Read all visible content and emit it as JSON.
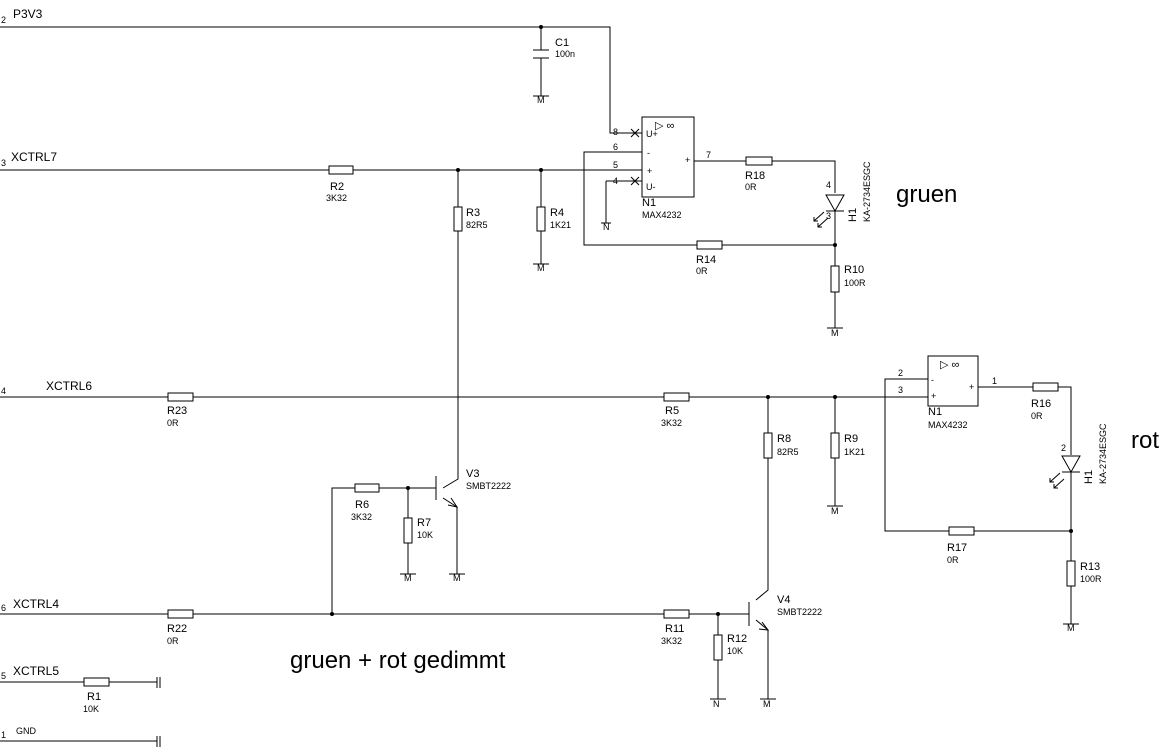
{
  "nets": {
    "p3v3": {
      "pin": "2",
      "name": "P3V3"
    },
    "xctrl7": {
      "pin": "3",
      "name": "XCTRL7"
    },
    "xctrl6": {
      "pin": "4",
      "name": "XCTRL6"
    },
    "xctrl4": {
      "pin": "6",
      "name": "XCTRL4"
    },
    "xctrl5": {
      "pin": "5",
      "name": "XCTRL5"
    },
    "gnd": {
      "pin": "1",
      "name": "GND"
    }
  },
  "components": {
    "c1": {
      "ref": "C1",
      "value": "100n"
    },
    "r1": {
      "ref": "R1",
      "value": "10K"
    },
    "r2": {
      "ref": "R2",
      "value": "3K32"
    },
    "r3": {
      "ref": "R3",
      "value": "82R5"
    },
    "r4": {
      "ref": "R4",
      "value": "1K21"
    },
    "r5": {
      "ref": "R5",
      "value": "3K32"
    },
    "r6": {
      "ref": "R6",
      "value": "3K32"
    },
    "r7": {
      "ref": "R7",
      "value": "10K"
    },
    "r8": {
      "ref": "R8",
      "value": "82R5"
    },
    "r9": {
      "ref": "R9",
      "value": "1K21"
    },
    "r10": {
      "ref": "R10",
      "value": "100R"
    },
    "r11": {
      "ref": "R11",
      "value": "3K32"
    },
    "r12": {
      "ref": "R12",
      "value": "10K"
    },
    "r13": {
      "ref": "R13",
      "value": "100R"
    },
    "r14": {
      "ref": "R14",
      "value": "0R"
    },
    "r16": {
      "ref": "R16",
      "value": "0R"
    },
    "r17": {
      "ref": "R17",
      "value": "0R"
    },
    "r18": {
      "ref": "R18",
      "value": "0R"
    },
    "r22": {
      "ref": "R22",
      "value": "0R"
    },
    "r23": {
      "ref": "R23",
      "value": "0R"
    },
    "v3": {
      "ref": "V3",
      "value": "SMBT2222"
    },
    "v4": {
      "ref": "V4",
      "value": "SMBT2222"
    },
    "n1_top": {
      "ref": "N1",
      "value": "MAX4232",
      "symbol": "▷ ∞",
      "pins": [
        "8",
        "6",
        "5",
        "4",
        "7"
      ],
      "labels": [
        "U+",
        "-",
        "+",
        "U-",
        "+"
      ]
    },
    "n1_bottom": {
      "ref": "N1",
      "value": "MAX4232",
      "symbol": "▷ ∞",
      "pins": [
        "2",
        "3",
        "1"
      ],
      "labels": [
        "-",
        "+",
        "+"
      ]
    },
    "h1_top": {
      "ref": "H1",
      "value": "KA-2734ESGC",
      "pins": [
        "4",
        "3"
      ]
    },
    "h1_bottom": {
      "ref": "H1",
      "value": "KA-2734ESGC",
      "pins": [
        "2"
      ]
    }
  },
  "ground_symbols": {
    "m": "M",
    "n": "N"
  },
  "annotations": {
    "gruen": "gruen",
    "rot": "rot",
    "gedimmt": "gruen + rot gedimmt"
  }
}
